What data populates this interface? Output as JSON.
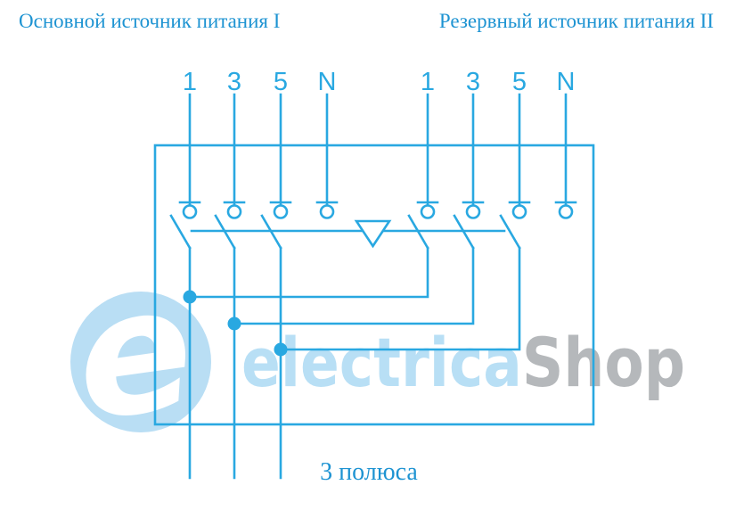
{
  "colors": {
    "line": "#29a8e1",
    "text_blue": "#1d93d2",
    "watermark_blue": "#b8dff5",
    "watermark_gray": "#b5b8bb",
    "logo_disc": "#b9def4"
  },
  "headers": {
    "left": "Основной источник питания I",
    "right": "Резервный источник питания II"
  },
  "terminal_labels": [
    "1",
    "3",
    "5",
    "N"
  ],
  "footer": {
    "poles_label": "3 полюса"
  },
  "watermark": {
    "logo_letter": "e",
    "name_primary": "electrica",
    "name_secondary": "Shop"
  }
}
